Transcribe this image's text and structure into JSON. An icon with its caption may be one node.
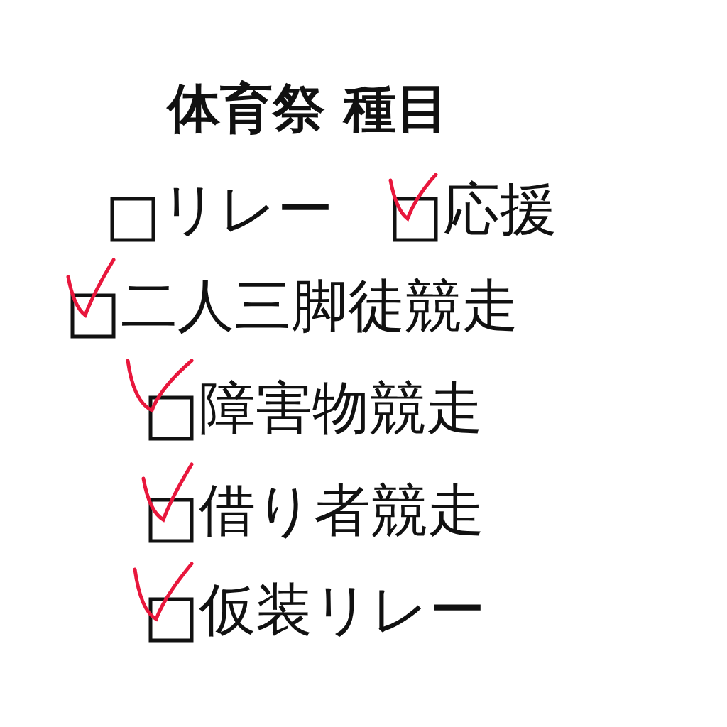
{
  "diagram": {
    "title": "体育祭 種目",
    "labels": [
      "リレー",
      "応援",
      "二人三脚徒競走",
      "障害物競走",
      "借り者競走",
      "仮装リレー"
    ]
  }
}
